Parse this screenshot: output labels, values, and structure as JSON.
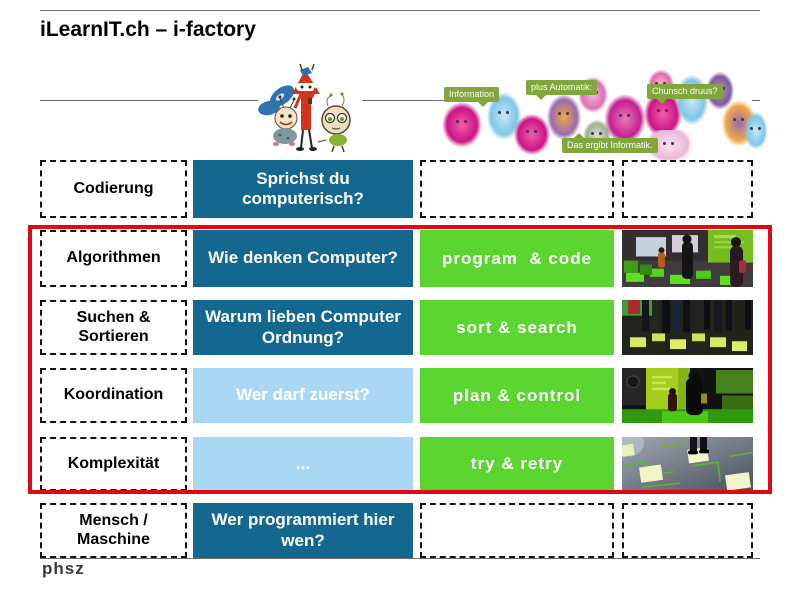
{
  "slide": {
    "title": "iLearnIT.ch – i-factory",
    "footer": "phsz"
  },
  "bubbles": {
    "information": "Information",
    "automatik": "plus Automatik:",
    "chunsch": "Chunsch druus?",
    "ergibt": "Das ergibt Informatik."
  },
  "table": {
    "rows": [
      {
        "topic": "Codierung",
        "question": "Sprichst du computerisch?",
        "activity": ""
      },
      {
        "topic": "Algorithmen",
        "question": "Wie denken Computer?",
        "activity": "program  & code"
      },
      {
        "topic": "Suchen & Sortieren",
        "question": "Warum lieben Computer Ordnung?",
        "activity": "sort & search"
      },
      {
        "topic": "Koordination",
        "question": "Wer darf zuerst?",
        "activity": "plan & control"
      },
      {
        "topic": "Komplexität",
        "question": "...",
        "activity": "try & retry"
      },
      {
        "topic": "Mensch / Maschine",
        "question": "Wer programmiert hier wen?",
        "activity": ""
      }
    ]
  },
  "colors": {
    "question_dark_blue": "#14688F",
    "question_light_blue": "#AAD8F4",
    "activity_green": "#5BD52F",
    "bubble_green": "#80A63C",
    "highlight_red": "#E30613"
  }
}
